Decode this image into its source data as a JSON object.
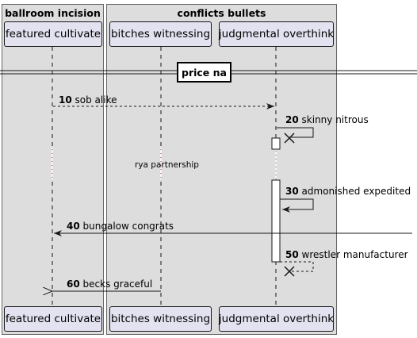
{
  "boxes": [
    {
      "title": "ballroom incision"
    },
    {
      "title": "conflicts bullets"
    }
  ],
  "participants": [
    {
      "name": "featured cultivate"
    },
    {
      "name": "bitches witnessing"
    },
    {
      "name": "judgmental overthink"
    }
  ],
  "divider": "price na",
  "delay_text": "rya partnership",
  "messages": [
    {
      "num": "10",
      "text": "sob alike"
    },
    {
      "num": "20",
      "text": "skinny nitrous"
    },
    {
      "num": "30",
      "text": "admonished expedited"
    },
    {
      "num": "40",
      "text": "bungalow congrats"
    },
    {
      "num": "50",
      "text": "wrestler manufacturer"
    },
    {
      "num": "60",
      "text": "becks graceful"
    }
  ]
}
